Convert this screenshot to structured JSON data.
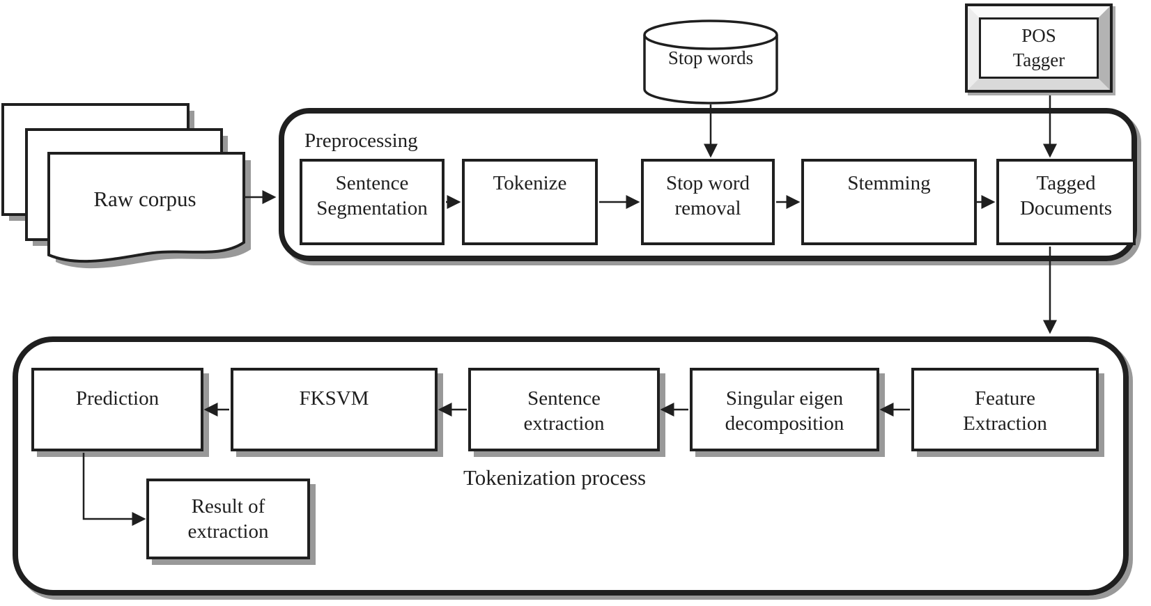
{
  "raw_corpus": {
    "label": "Raw corpus"
  },
  "stop_words_db": {
    "label": "Stop words"
  },
  "pos_tagger": {
    "label": "POS\nTagger"
  },
  "preprocessing": {
    "label": "Preprocessing",
    "steps": [
      {
        "label": "Sentence\nSegmentation"
      },
      {
        "label": "Tokenize"
      },
      {
        "label": "Stop word\nremoval"
      },
      {
        "label": "Stemming"
      },
      {
        "label": "Tagged\nDocuments"
      }
    ]
  },
  "tokenization": {
    "label": "Tokenization process",
    "steps": [
      {
        "label": "Feature\nExtraction"
      },
      {
        "label": "Singular eigen\ndecomposition"
      },
      {
        "label": "Sentence\nextraction"
      },
      {
        "label": "FKSVM"
      },
      {
        "label": "Prediction"
      }
    ],
    "result": {
      "label": "Result of\nextraction"
    }
  },
  "colors": {
    "line": "#1f1f1f",
    "shadow": "#999999",
    "bevel_right": "#b3b3b3",
    "bevel_bottom": "#d9d9d9",
    "background": "#ffffff"
  }
}
